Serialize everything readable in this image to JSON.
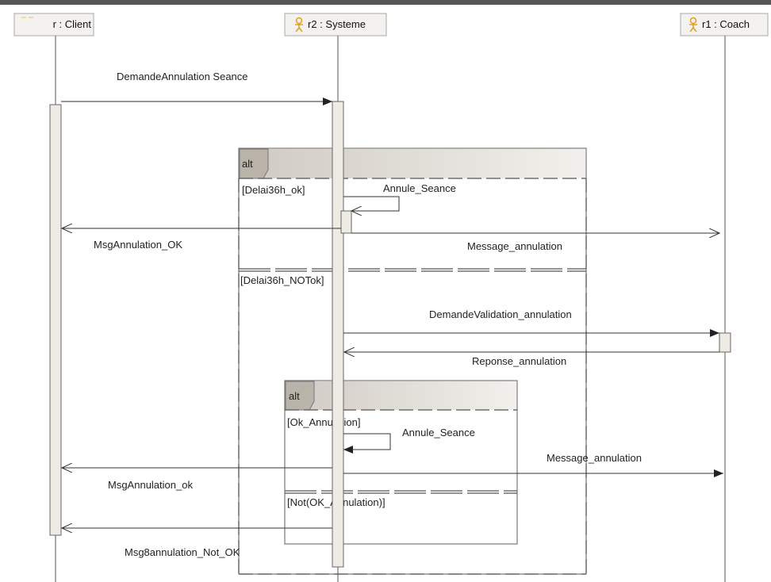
{
  "lifelines": [
    {
      "id": "client",
      "label": "r : Client",
      "icon": "actor-faded-icon"
    },
    {
      "id": "systeme",
      "label": "r2 : Systeme",
      "icon": "actor-icon"
    },
    {
      "id": "coach",
      "label": "r1 : Coach",
      "icon": "actor-icon"
    }
  ],
  "fragments": {
    "outer": {
      "operator": "alt",
      "guard1": "[Delai36h_ok]",
      "guard2": "[Delai36h_NOTok]"
    },
    "inner": {
      "operator": "alt",
      "guard1": "[Ok_Annulation]",
      "guard2": "[Not(OK_Annulation)]"
    }
  },
  "messages": {
    "m1": "DemandeAnnulation Seance",
    "m2": "Annule_Seance",
    "m3": "MsgAnnulation_OK",
    "m4": "Message_annulation",
    "m5": "DemandeValidation_annulation",
    "m6": "Reponse_annulation",
    "m7": "Annule_Seance",
    "m8": "MsgAnnulation_ok",
    "m9": "Message_annulation",
    "m10": "Msg8annulation_Not_OK"
  },
  "colors": {
    "header_fill": "#f4f2ee",
    "activation_fill": "#eeeae4",
    "line": "#333333",
    "tab_fill": "#d9d5ce",
    "actor_icon": "#e0a020"
  }
}
